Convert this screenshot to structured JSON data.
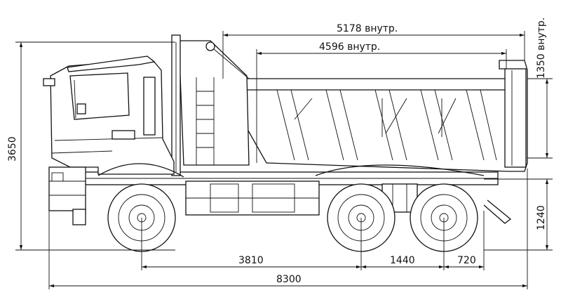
{
  "dimensions": {
    "body_inner_top": "5178 внутр.",
    "body_inner_second": "4596 внутр.",
    "body_height": "1350 внутр.",
    "overall_height": "3650",
    "frame_height": "1240",
    "wheelbase": "3810",
    "bogie_spacing": "1440",
    "rear_overhang": "720",
    "overall_length": "8300"
  },
  "icons": {
    "truck": "dump-truck-side-view"
  },
  "colors": {
    "line": "#111111",
    "background": "#ffffff"
  }
}
